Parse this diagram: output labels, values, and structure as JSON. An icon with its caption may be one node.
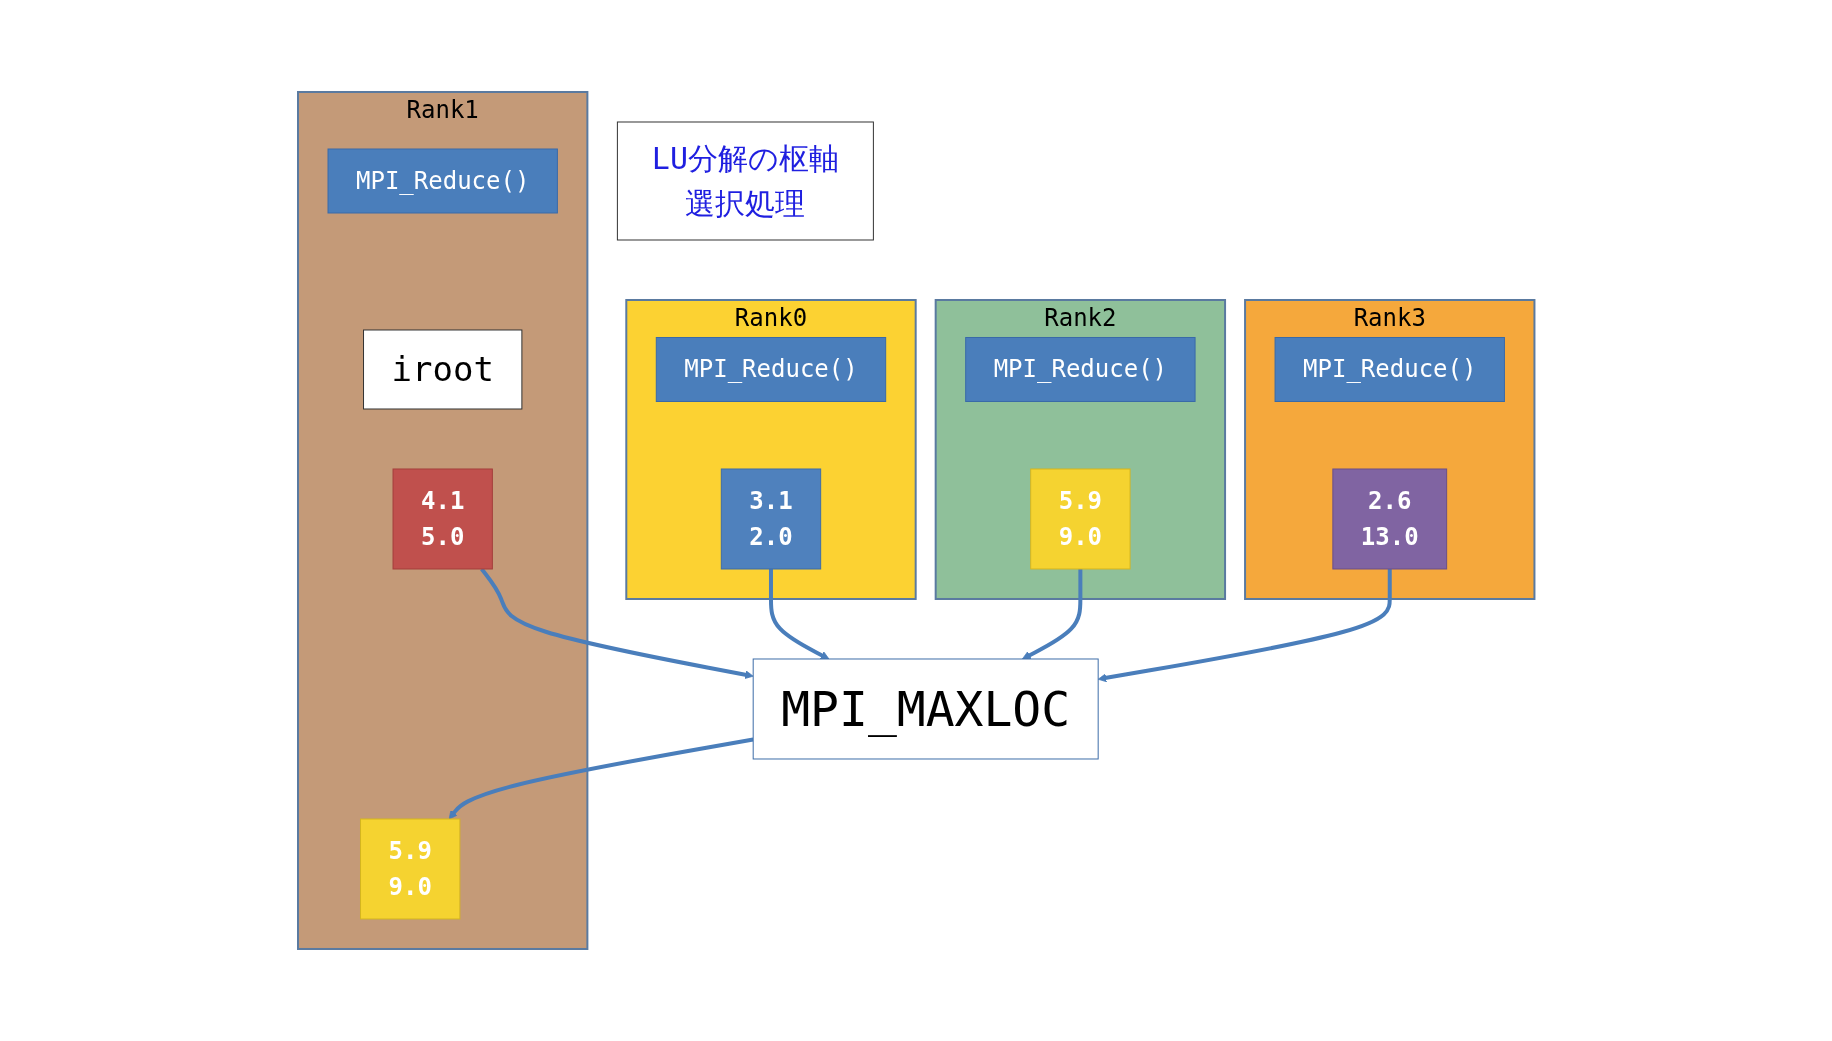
{
  "diagram": {
    "nodes": [
      {
        "text": [
          "Rank0"
        ]
      },
      {
        "text": [
          "MPI_Reduce()"
        ],
        "in": 0
      },
      {
        "text": [
          "Rank1"
        ]
      },
      {
        "text": [
          "MPI_Reduce()"
        ],
        "in": 2
      },
      {
        "text": [
          "iroot"
        ],
        "in": 2
      },
      {
        "text": [
          "Rank2"
        ]
      },
      {
        "text": [
          "MPI_Reduce()"
        ],
        "in": 5
      },
      {
        "text": [
          "Rank3"
        ]
      },
      {
        "text": [
          "MPI_Reduce()"
        ],
        "in": 7
      },
      {
        "text": [
          "3.1",
          "2.0"
        ],
        "in": 0
      },
      {
        "text": [
          "4.1",
          "5.0"
        ],
        "in": 2
      },
      {
        "text": [
          "5.9",
          "9.0"
        ],
        "in": 5
      },
      {
        "text": [
          "2.6",
          "13.0"
        ],
        "in": 7
      },
      {
        "text": [
          "MPI_MAXLOC"
        ]
      },
      {
        "text": [
          "5.9",
          "9.0"
        ],
        "in": 2
      },
      {
        "text": [
          "LU分解の枢軸選択処理"
        ]
      }
    ],
    "edges": [
      {
        "from": 9,
        "to": 13,
        "arrow": "to"
      },
      {
        "from": 10,
        "to": 13,
        "arrow": "to"
      },
      {
        "from": 11,
        "to": 13,
        "arrow": "to"
      },
      {
        "from": 12,
        "to": 13,
        "arrow": "to"
      },
      {
        "from": 13,
        "to": 14,
        "arrow": "to"
      }
    ]
  }
}
